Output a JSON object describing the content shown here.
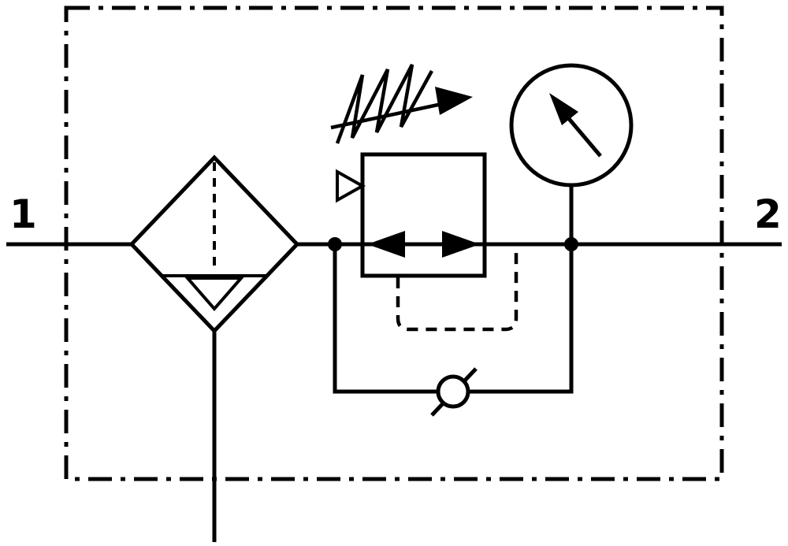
{
  "ports": {
    "inlet_label": "1",
    "outlet_label": "2"
  },
  "colors": {
    "line": "#000000",
    "background": "#ffffff"
  },
  "components": {
    "enclosure": "service-unit-assembly-boundary",
    "filter": "filter-with-water-separator",
    "drain": "condensate-drain-line",
    "regulator": "adjustable-pressure-regulator",
    "spring": "adjustable-spring-arrow",
    "vent": "relief-vent",
    "pilot": "pilot-feedback-line",
    "gauge": "pressure-gauge",
    "check_valve": "check-valve-bypass"
  }
}
